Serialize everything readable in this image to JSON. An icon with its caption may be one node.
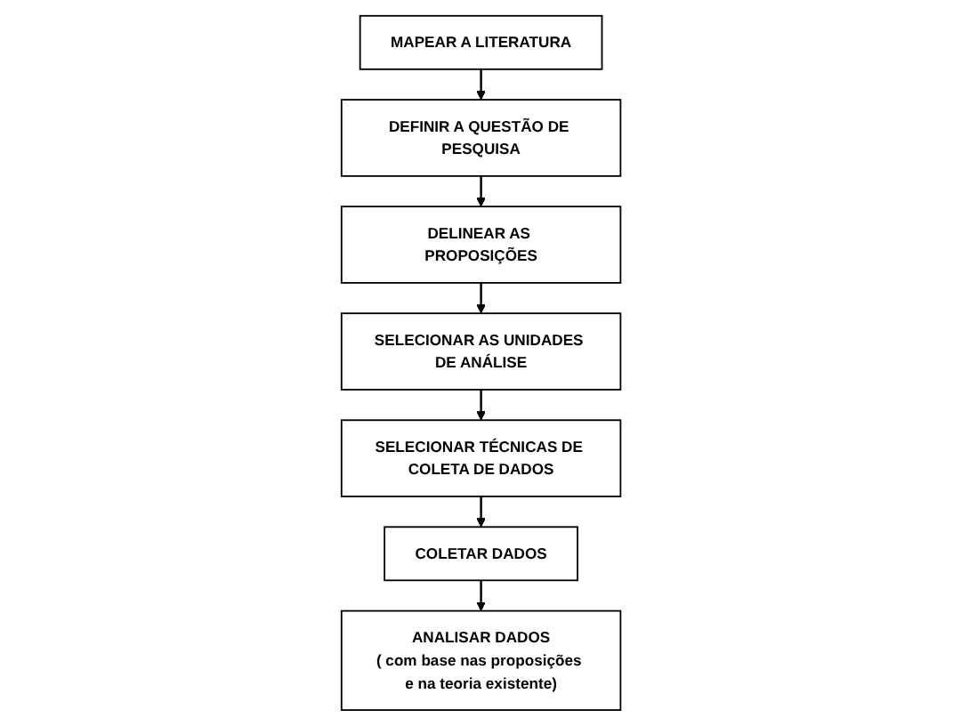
{
  "diagram": {
    "nodes": [
      {
        "text": [
          "MAPEAR A LITERATURA"
        ]
      },
      {
        "text": [
          "DEFINIR A QUESTÃO DE PESQUISA"
        ]
      },
      {
        "text": [
          "DELINEAR AS PROPOSIÇÕES"
        ]
      },
      {
        "text": [
          "SELECIONAR AS UNIDADES DE ANÁLISE"
        ]
      },
      {
        "text": [
          "SELECIONAR TÉCNICAS DE COLETA DE DADOS"
        ]
      },
      {
        "text": [
          "COLETAR  DADOS"
        ]
      },
      {
        "text": [
          "ANALISAR DADOS",
          "( com base nas proposições e na teoria existente)"
        ]
      }
    ],
    "edges": [
      {
        "from": 0,
        "to": 1,
        "arrow": "to"
      },
      {
        "from": 1,
        "to": 2,
        "arrow": "to"
      },
      {
        "from": 2,
        "to": 3,
        "arrow": "to"
      },
      {
        "from": 3,
        "to": 4,
        "arrow": "to"
      },
      {
        "from": 4,
        "to": 5,
        "arrow": "to"
      },
      {
        "from": 5,
        "to": 6,
        "arrow": "to"
      }
    ]
  }
}
